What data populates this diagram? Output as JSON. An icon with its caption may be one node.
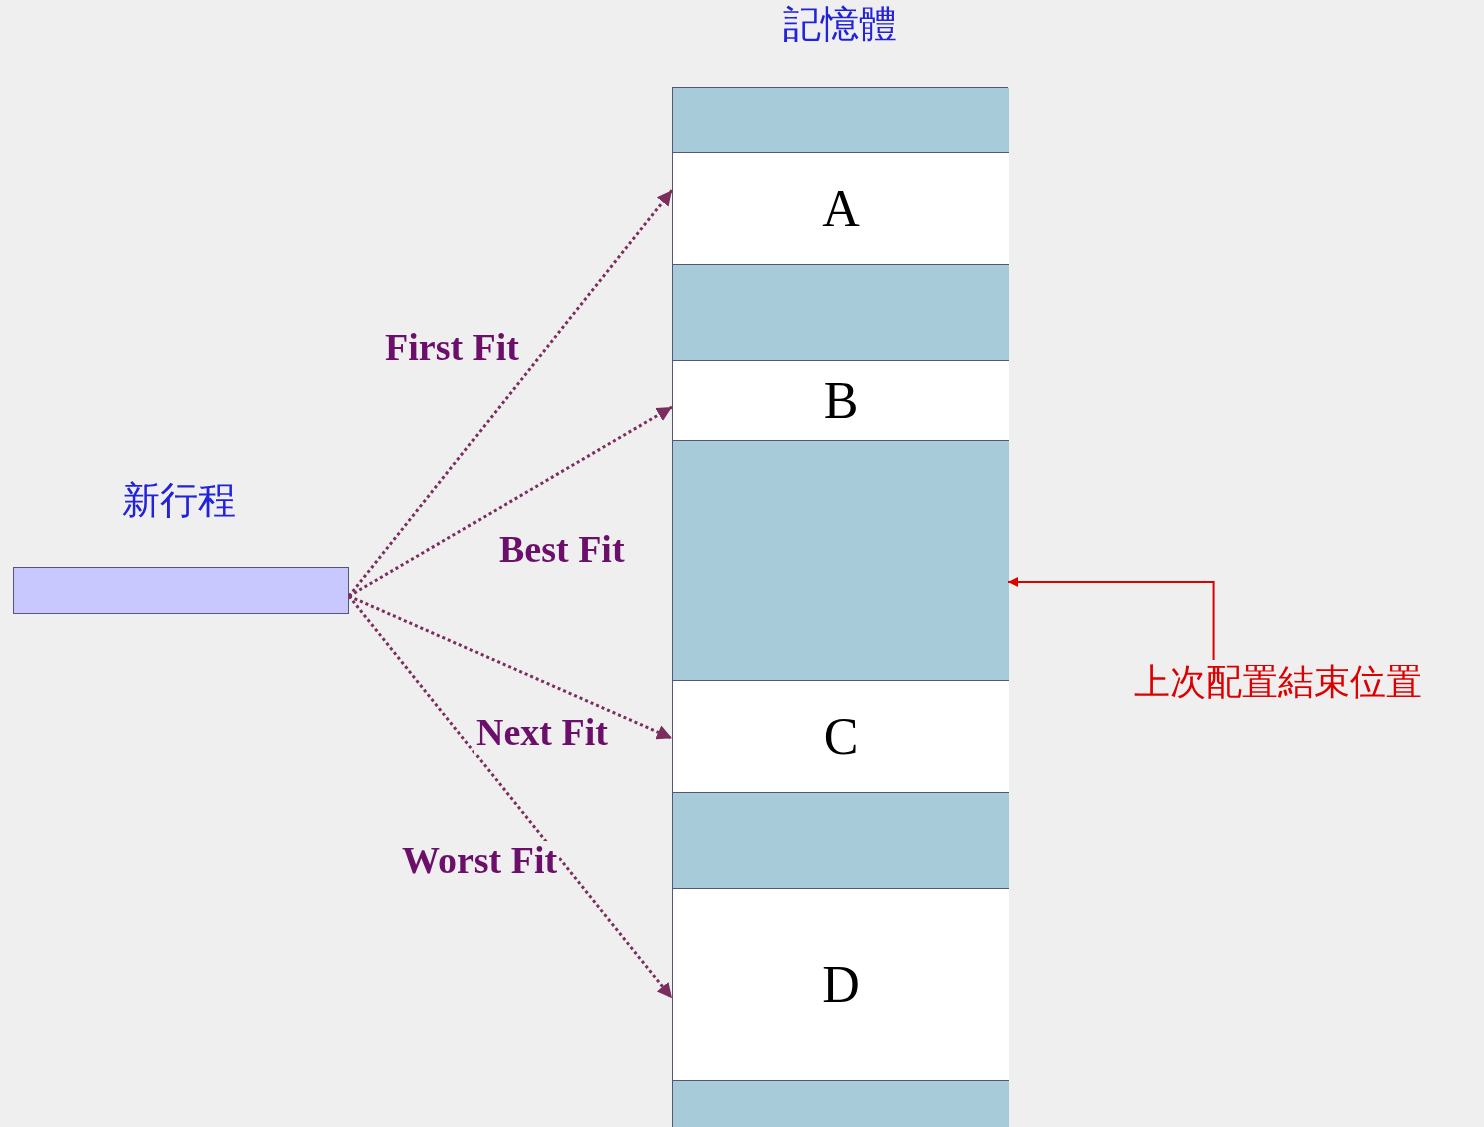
{
  "diagram": {
    "nodes": [
      {
        "text": [
          "記憶體"
        ]
      },
      {
        "text": [],
        "shape": "box",
        "in": 0
      },
      {
        "text": [
          "A"
        ],
        "in": 0
      },
      {
        "text": [],
        "shape": "box",
        "in": 0
      },
      {
        "text": [
          "B"
        ],
        "in": 0
      },
      {
        "text": [],
        "shape": "box",
        "in": 0
      },
      {
        "text": [
          "C"
        ],
        "in": 0
      },
      {
        "text": [],
        "shape": "box",
        "in": 0
      },
      {
        "text": [
          "D"
        ],
        "in": 0
      },
      {
        "text": [],
        "shape": "box",
        "in": 0
      },
      {
        "text": [
          "新行程"
        ]
      },
      {
        "text": [
          "上次配置結束位置"
        ]
      }
    ],
    "edges": [
      {
        "from": 10,
        "to": 2,
        "arrow": "to",
        "label": "First Fit",
        "style": "dashed"
      },
      {
        "from": 10,
        "to": 4,
        "arrow": "to",
        "label": "Best Fit",
        "style": "dashed"
      },
      {
        "from": 10,
        "to": 6,
        "arrow": "to",
        "label": "Next Fit",
        "style": "dashed"
      },
      {
        "from": 10,
        "to": 8,
        "arrow": "to",
        "label": "Worst Fit",
        "style": "dashed"
      },
      {
        "from": 11,
        "to": 5,
        "arrow": "to",
        "color": "#dd0000"
      }
    ]
  }
}
